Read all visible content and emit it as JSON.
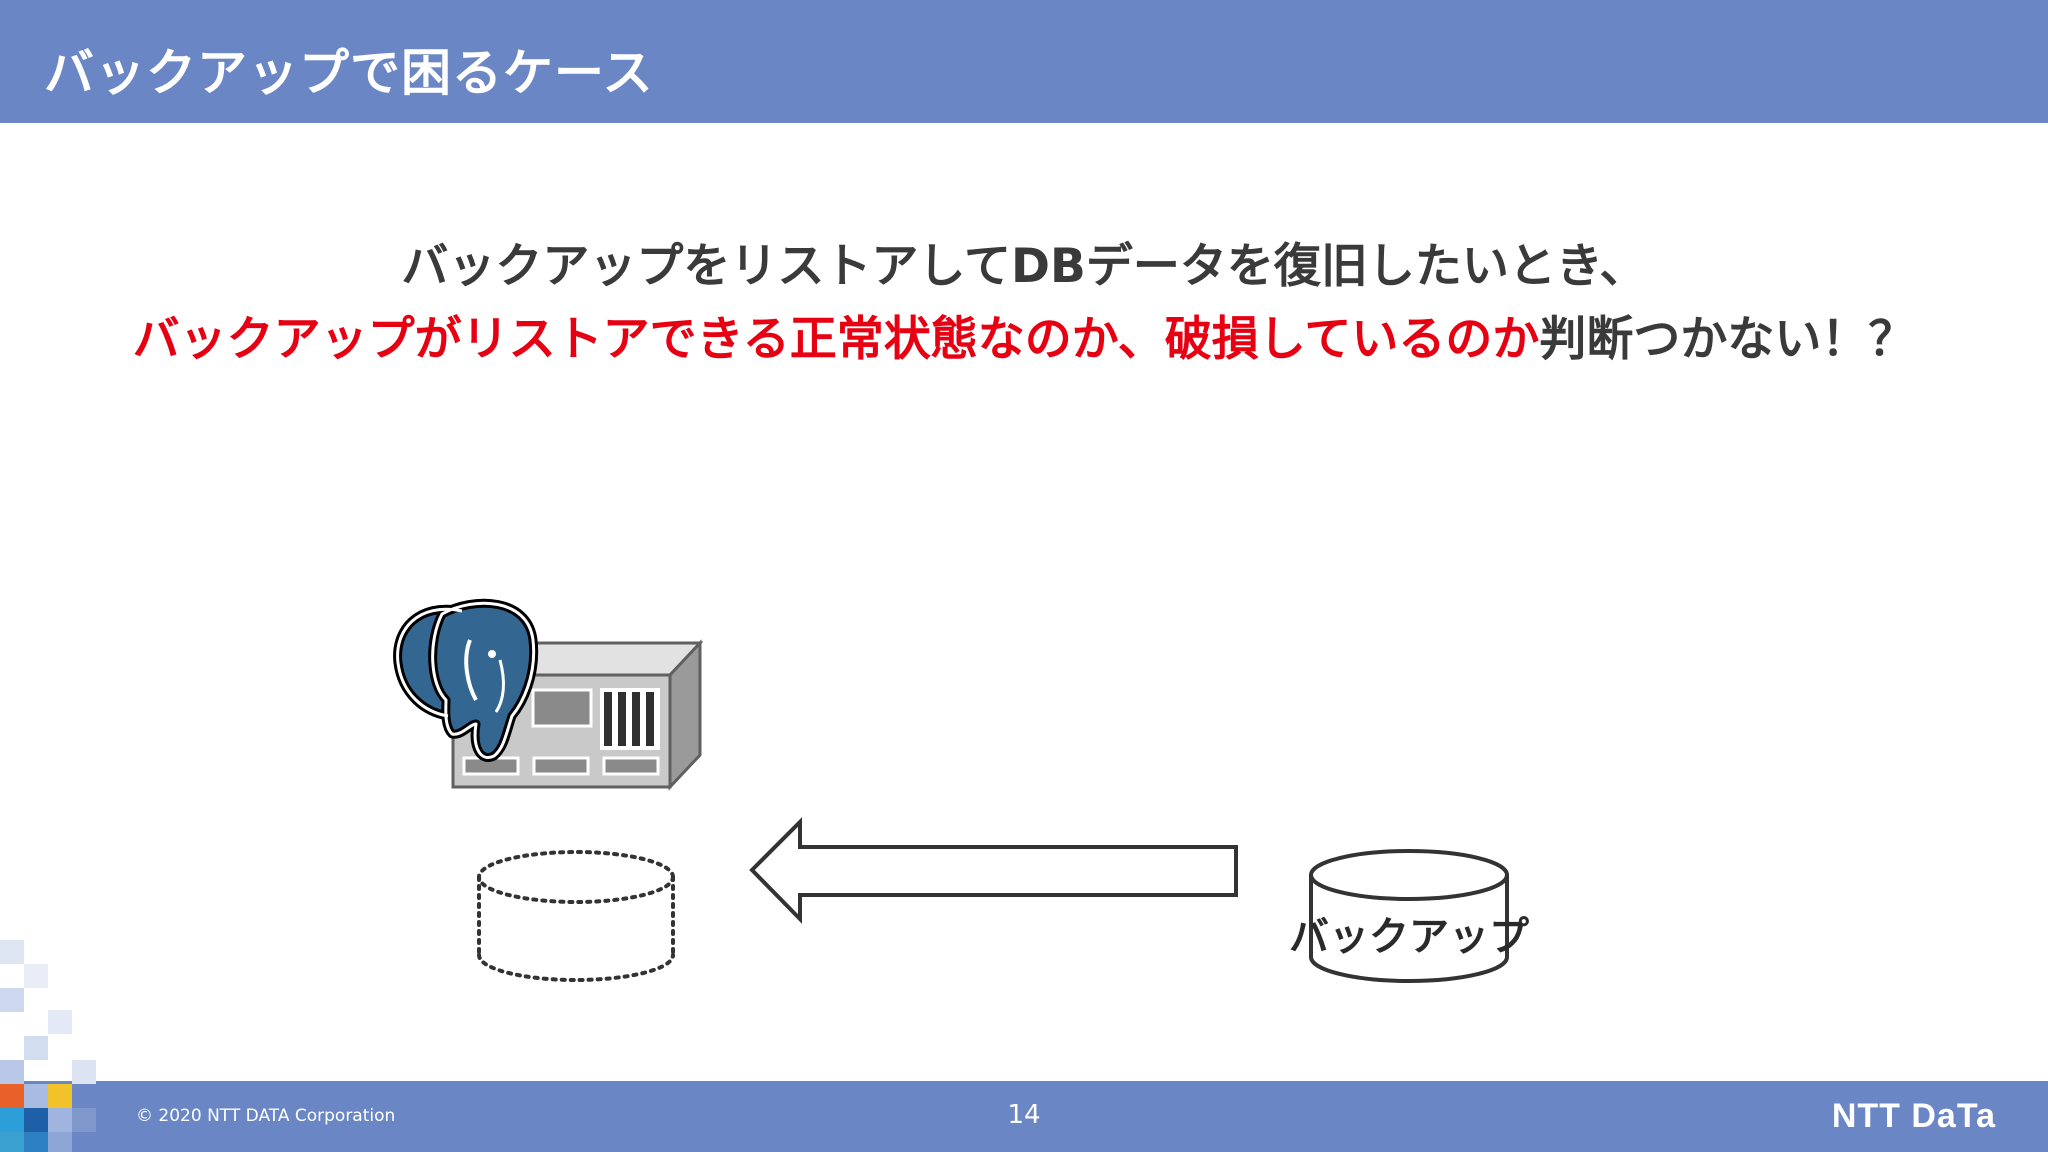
{
  "header": {
    "title": "バックアップで困るケース"
  },
  "message": {
    "line1": "バックアップをリストアしてDBデータを復旧したいとき、",
    "line2_highlight_1": "バックアップがリストアできる正常状態なのか、破損しているのか",
    "line2_rest": "判断つかない！？"
  },
  "diagram": {
    "backup_label": "バックアップ"
  },
  "footer": {
    "copyright": "© 2020 NTT DATA Corporation",
    "page_number": "14",
    "logo_text": "NTT DaTa"
  },
  "colors": {
    "header_bg": "#6a86c4",
    "highlight_red": "#e60012",
    "text_dark": "#3a3a3a"
  },
  "icons": [
    "postgresql-elephant-icon",
    "server-icon",
    "dashed-database-icon",
    "left-arrow-icon",
    "backup-cylinder-icon"
  ]
}
